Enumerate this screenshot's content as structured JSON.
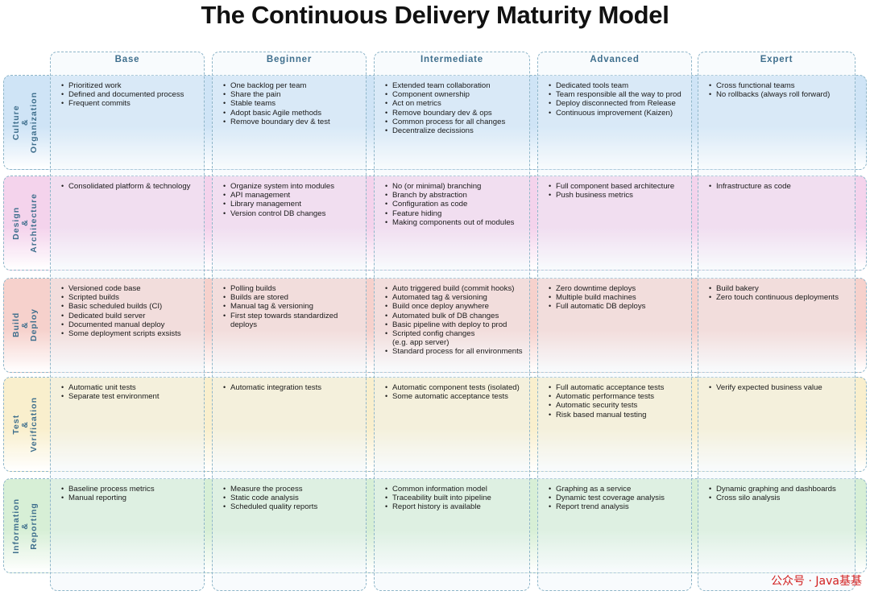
{
  "title": "The Continuous Delivery Maturity Model",
  "columns": [
    {
      "label": "Base"
    },
    {
      "label": "Beginner"
    },
    {
      "label": "Intermediate"
    },
    {
      "label": "Advanced"
    },
    {
      "label": "Expert"
    }
  ],
  "rows": [
    {
      "label_lines": [
        "Culture",
        "&",
        "Organization"
      ],
      "color": "#cfe4f6",
      "cells": [
        [
          "Prioritized work",
          "Defined and documented process",
          "Frequent commits"
        ],
        [
          "One backlog per team",
          "Share the pain",
          "Stable teams",
          "Adopt basic Agile methods",
          "Remove boundary dev & test"
        ],
        [
          "Extended team collaboration",
          "Component ownership",
          "Act on metrics",
          "Remove boundary dev & ops",
          "Common process for all changes",
          "Decentralize decissions"
        ],
        [
          "Dedicated tools team",
          "Team responsible all the way to prod",
          "Deploy disconnected from Release",
          "Continuous improvement (Kaizen)"
        ],
        [
          "Cross functional teams",
          "No rollbacks (always roll forward)"
        ]
      ]
    },
    {
      "label_lines": [
        "Design",
        "&",
        "Architecture"
      ],
      "color": "#f4d3ec",
      "cells": [
        [
          "Consolidated platform & technology"
        ],
        [
          "Organize system into modules",
          "API management",
          "Library management",
          "Version control DB changes"
        ],
        [
          "No (or minimal) branching",
          "Branch by abstraction",
          "Configuration as code",
          "Feature hiding",
          "Making components out of modules"
        ],
        [
          "Full component based architecture",
          "Push business metrics"
        ],
        [
          "Infrastructure as code"
        ]
      ]
    },
    {
      "label_lines": [
        "Build",
        "&",
        "Deploy"
      ],
      "color": "#f6d1cc",
      "cells": [
        [
          "Versioned code base",
          "Scripted builds",
          "Basic scheduled builds (CI)",
          "Dedicated build server",
          "Documented manual deploy",
          "Some deployment scripts exsists"
        ],
        [
          "Polling builds",
          "Builds are stored",
          "Manual tag & versioning",
          "First step towards standardized\ndeploys"
        ],
        [
          "Auto triggered build (commit hooks)",
          "Automated tag & versioning",
          "Build once deploy anywhere",
          "Automated bulk of DB changes",
          "Basic pipeline with deploy to prod",
          "Scripted config changes\n(e.g. app server)",
          "Standard process for all environments"
        ],
        [
          "Zero downtime deploys",
          "Multiple build machines",
          "Full automatic DB deploys"
        ],
        [
          "Build bakery",
          "Zero touch continuous deployments"
        ]
      ]
    },
    {
      "label_lines": [
        "Test",
        "&",
        "Verification"
      ],
      "color": "#f9efcd",
      "cells": [
        [
          "Automatic unit tests",
          "Separate test environment"
        ],
        [
          "Automatic integration tests"
        ],
        [
          "Automatic component tests (isolated)",
          "Some automatic acceptance tests"
        ],
        [
          "Full automatic acceptance tests",
          "Automatic performance tests",
          "Automatic security tests",
          "Risk based manual testing"
        ],
        [
          "Verify expected business value"
        ]
      ]
    },
    {
      "label_lines": [
        "Information",
        "&",
        "Reporting"
      ],
      "color": "#d7efd6",
      "cells": [
        [
          "Baseline process metrics",
          "Manual reporting"
        ],
        [
          "Measure the process",
          "Static code analysis",
          "Scheduled quality reports"
        ],
        [
          "Common information model",
          "Traceability built into pipeline",
          "Report history is available"
        ],
        [
          "Graphing as a service",
          "Dynamic test coverage analysis",
          "Report trend analysis"
        ],
        [
          "Dynamic graphing and dashboards",
          "Cross silo analysis"
        ]
      ]
    }
  ],
  "watermark": "公众号 · Java基基"
}
